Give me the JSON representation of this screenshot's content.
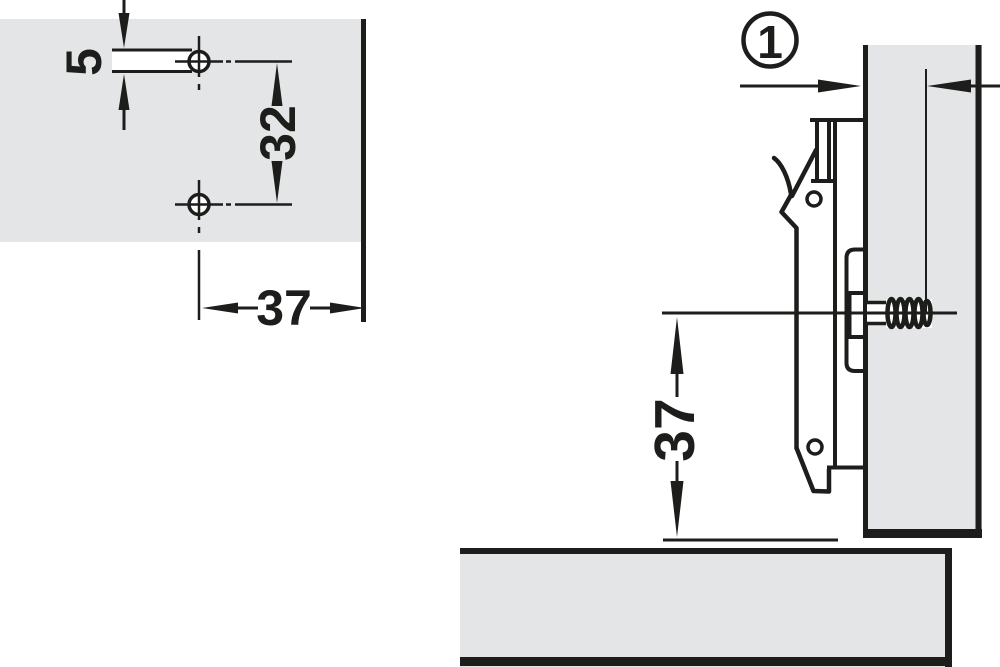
{
  "colors": {
    "panel": "#e4e5e6",
    "line": "#1d1d1b",
    "bg": "#ffffff"
  },
  "front_view": {
    "slot_height_mm": "5",
    "hole_spacing_mm": "32",
    "edge_distance_mm": "37"
  },
  "side_view": {
    "position_marker": "1",
    "front_edge_distance_mm": "37"
  }
}
